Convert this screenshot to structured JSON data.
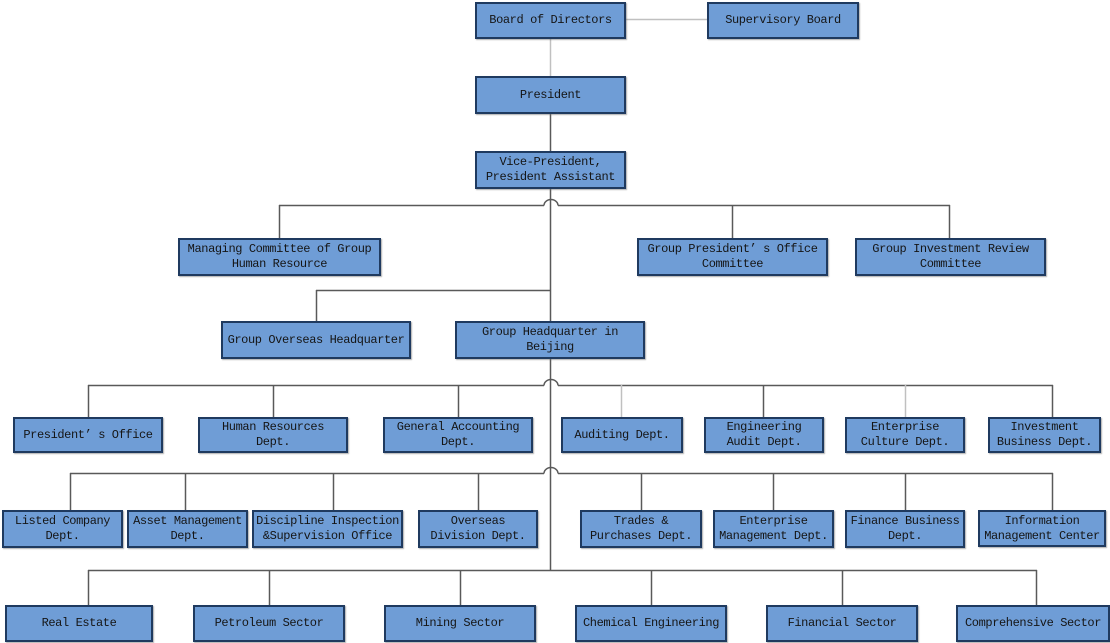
{
  "diagram": {
    "type": "organization-chart",
    "nodes": {
      "board_of_directors": {
        "label": "Board of Directors"
      },
      "supervisory_board": {
        "label": "Supervisory Board"
      },
      "president": {
        "label": "President"
      },
      "vice_president": {
        "label": "Vice-President,\nPresident Assistant"
      },
      "managing_committee": {
        "label": "Managing Committee of Group\nHuman Resource"
      },
      "group_presidents_office_committee": {
        "label": "Group President’ s Office\nCommittee"
      },
      "group_investment_review_committee": {
        "label": "Group Investment Review\nCommittee"
      },
      "group_overseas_headquarter": {
        "label": "Group Overseas Headquarter"
      },
      "group_headquarter_beijing": {
        "label": "Group Headquarter in\nBeijing"
      },
      "presidents_office": {
        "label": "President’ s Office"
      },
      "human_resources": {
        "label": "Human Resources\nDept."
      },
      "general_accounting": {
        "label": "General Accounting\nDept."
      },
      "auditing": {
        "label": "Auditing Dept."
      },
      "engineering_audit": {
        "label": "Engineering\nAudit Dept."
      },
      "enterprise_culture": {
        "label": "Enterprise\nCulture Dept."
      },
      "investment_business": {
        "label": "Investment\nBusiness Dept."
      },
      "listed_company": {
        "label": "Listed Company\nDept."
      },
      "asset_management": {
        "label": "Asset Management\nDept."
      },
      "discipline_inspection": {
        "label": "Discipline Inspection\n&Supervision Office"
      },
      "overseas_division": {
        "label": "Overseas\nDivision Dept."
      },
      "trades_purchases": {
        "label": "Trades &\nPurchases Dept."
      },
      "enterprise_management": {
        "label": "Enterprise\nManagement Dept."
      },
      "finance_business": {
        "label": "Finance Business\nDept."
      },
      "information_management": {
        "label": "Information\nManagement Center"
      },
      "real_estate": {
        "label": "Real Estate"
      },
      "petroleum_sector": {
        "label": "Petroleum Sector"
      },
      "mining_sector": {
        "label": "Mining Sector"
      },
      "chemical_engineering": {
        "label": "Chemical Engineering"
      },
      "financial_sector": {
        "label": "Financial Sector"
      },
      "comprehensive_sector": {
        "label": "Comprehensive Sector"
      }
    },
    "edges": [
      {
        "from": "board_of_directors",
        "to": "supervisory_board",
        "style": "lateral"
      },
      {
        "from": "board_of_directors",
        "to": "president"
      },
      {
        "from": "president",
        "to": "vice_president"
      },
      {
        "from": "vice_president",
        "to": "managing_committee"
      },
      {
        "from": "vice_president",
        "to": "group_presidents_office_committee"
      },
      {
        "from": "vice_president",
        "to": "group_investment_review_committee"
      },
      {
        "from": "vice_president",
        "to": "group_overseas_headquarter"
      },
      {
        "from": "vice_president",
        "to": "group_headquarter_beijing"
      },
      {
        "from": "group_headquarter_beijing",
        "to": "presidents_office"
      },
      {
        "from": "group_headquarter_beijing",
        "to": "human_resources"
      },
      {
        "from": "group_headquarter_beijing",
        "to": "general_accounting"
      },
      {
        "from": "group_headquarter_beijing",
        "to": "auditing"
      },
      {
        "from": "group_headquarter_beijing",
        "to": "engineering_audit"
      },
      {
        "from": "group_headquarter_beijing",
        "to": "enterprise_culture"
      },
      {
        "from": "group_headquarter_beijing",
        "to": "investment_business"
      },
      {
        "from": "group_headquarter_beijing",
        "to": "listed_company"
      },
      {
        "from": "group_headquarter_beijing",
        "to": "asset_management"
      },
      {
        "from": "group_headquarter_beijing",
        "to": "discipline_inspection"
      },
      {
        "from": "group_headquarter_beijing",
        "to": "overseas_division"
      },
      {
        "from": "group_headquarter_beijing",
        "to": "trades_purchases"
      },
      {
        "from": "group_headquarter_beijing",
        "to": "enterprise_management"
      },
      {
        "from": "group_headquarter_beijing",
        "to": "finance_business"
      },
      {
        "from": "group_headquarter_beijing",
        "to": "information_management"
      },
      {
        "from": "group_headquarter_beijing",
        "to": "real_estate"
      },
      {
        "from": "group_headquarter_beijing",
        "to": "petroleum_sector"
      },
      {
        "from": "group_headquarter_beijing",
        "to": "mining_sector"
      },
      {
        "from": "group_headquarter_beijing",
        "to": "chemical_engineering"
      },
      {
        "from": "group_headquarter_beijing",
        "to": "financial_sector"
      },
      {
        "from": "group_headquarter_beijing",
        "to": "comprehensive_sector"
      }
    ],
    "colors": {
      "node_fill": "#6f9dd6",
      "node_border": "#1f3a5f",
      "connector_dark": "#595959",
      "connector_light": "#c0c0c0",
      "text": "#151515",
      "background": "#ffffff"
    }
  }
}
